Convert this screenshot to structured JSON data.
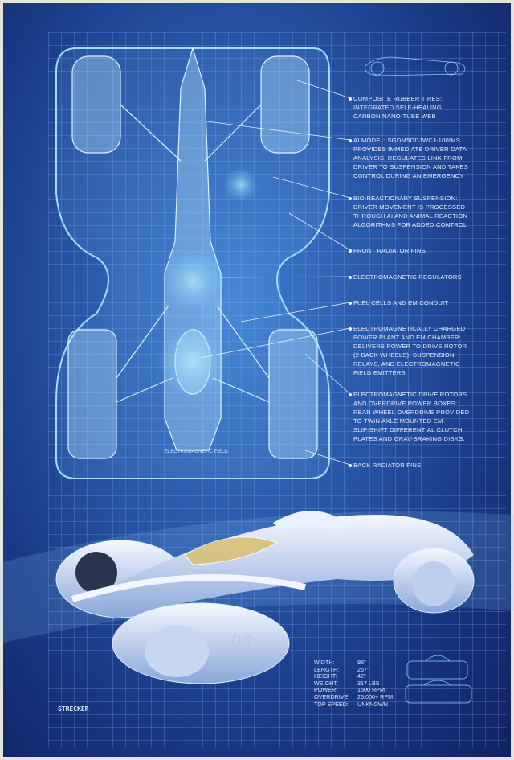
{
  "callouts": [
    {
      "lines": [
        "Composite rubber tires:",
        "Integrated self-healing",
        "carbon nano-tube web"
      ]
    },
    {
      "lines": [
        "AI Model: SGDM5DDJWCJ-100IMS",
        "provides immediate driver data",
        "analysis, regulates link from",
        "driver to suspension and takes",
        "control during an emergency"
      ]
    },
    {
      "lines": [
        "Bio-reactionary suspension:",
        "Driver movement is processed",
        "through AI and animal reaction",
        "algorithms for added control"
      ]
    },
    {
      "lines": [
        "Front radiator fins"
      ]
    },
    {
      "lines": [
        "Electromagnetic regulators"
      ]
    },
    {
      "lines": [
        "Fuel cells and EM conduit"
      ]
    },
    {
      "lines": [
        "Electromagnetically charged",
        "power plant and EM chamber:",
        "Delivers power to drive rotor",
        "(2 back wheels), suspension",
        "relays, and electromagnetic",
        "field emitters."
      ]
    },
    {
      "lines": [
        "Electromagnetic drive rotors",
        "and overdrive power boxes:",
        "Rear wheel overdrive provided",
        "to twin axle mounted EM",
        "slip-shift differential clutch",
        "plates and grav-braking disks."
      ]
    },
    {
      "lines": [
        "Back radiator fins"
      ]
    }
  ],
  "field_label": "ELECTROMAGNETIC FIELD",
  "car_number": "03",
  "signature": "STRECKER",
  "specs": [
    {
      "k": "WIDTH:",
      "v": "96\""
    },
    {
      "k": "LENGTH:",
      "v": "257\""
    },
    {
      "k": "HEIGHT:",
      "v": "42\""
    },
    {
      "k": "WEIGHT:",
      "v": "317 LBS"
    },
    {
      "k": "POWER:",
      "v": "1500 RPM"
    },
    {
      "k": "OVERDRIVE:",
      "v": "25,000+ RPM"
    },
    {
      "k": "TOP SPEED:",
      "v": "UNKNOWN"
    }
  ],
  "colors": {
    "accent": "#7fd4ff",
    "field": "#9fe0ff",
    "body": "#e8f2ff"
  }
}
